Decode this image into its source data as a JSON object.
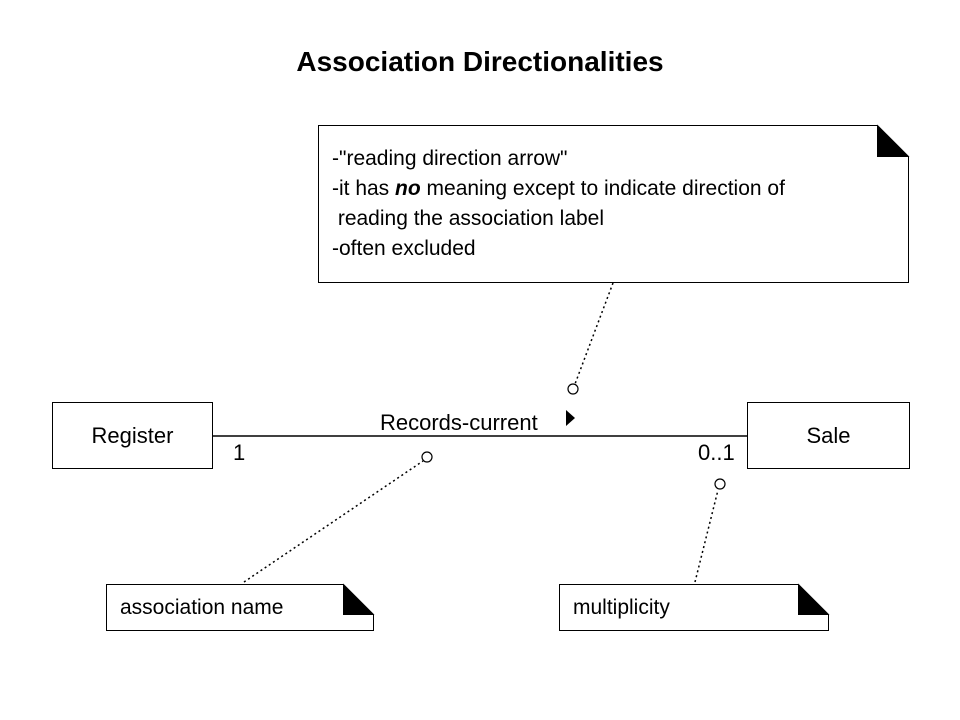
{
  "title": "Association Directionalities",
  "classes": {
    "left": "Register",
    "right": "Sale"
  },
  "association": {
    "name": "Records-current",
    "multiplicity_left": "1",
    "multiplicity_right": "0..1",
    "direction_icon": "triangle-right-icon"
  },
  "notes": {
    "top": {
      "line1": "-\"reading direction arrow\"",
      "line2_pre": "-it has ",
      "line2_em": "no",
      "line2_post": " meaning except to indicate direction of",
      "line3": " reading the association label",
      "line4": "-often excluded"
    },
    "assoc": "association name",
    "mult": "multiplicity"
  }
}
